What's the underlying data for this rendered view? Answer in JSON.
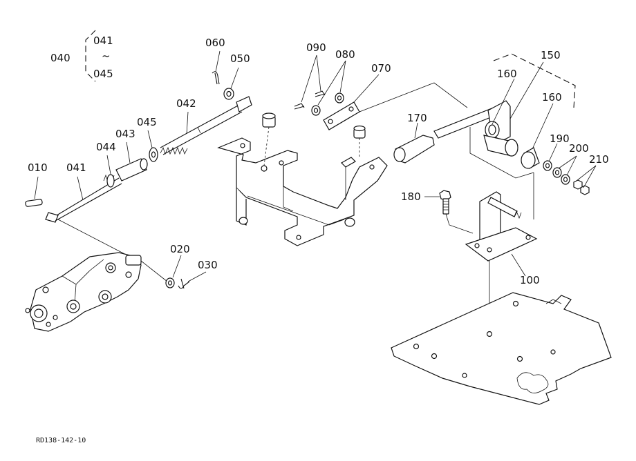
{
  "labels": {
    "p010": "010",
    "p020": "020",
    "p030": "030",
    "p040": "040",
    "p041": "041",
    "p041b": "041",
    "p042": "042",
    "p043": "043",
    "p044": "044",
    "p045": "045",
    "p045b": "045",
    "p050": "050",
    "p060": "060",
    "p070": "070",
    "p080": "080",
    "p090": "090",
    "p100": "100",
    "p150": "150",
    "p160": "160",
    "p160b": "160",
    "p170": "170",
    "p180": "180",
    "p190": "190",
    "p200": "200",
    "p210": "210",
    "range_mark": "~"
  },
  "reference_code": "RD138-142-10"
}
